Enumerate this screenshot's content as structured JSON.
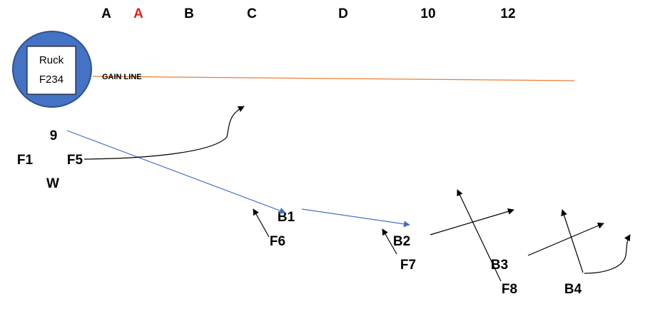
{
  "channels": [
    {
      "label": "A",
      "color": "#000000"
    },
    {
      "label": "A",
      "color": "#e02020"
    },
    {
      "label": "B",
      "color": "#000000"
    },
    {
      "label": "C",
      "color": "#000000"
    },
    {
      "label": "D",
      "color": "#000000"
    },
    {
      "label": "10",
      "color": "#000000"
    },
    {
      "label": "12",
      "color": "#000000"
    }
  ],
  "ruck": {
    "line1": "Ruck",
    "line2": "F234",
    "fill": "#4472c4"
  },
  "gain_line": {
    "label": "GAIN LINE",
    "color": "#ed7d31"
  },
  "players": {
    "p9": "9",
    "f1": "F1",
    "f5": "F5",
    "w": "W",
    "b1": "B1",
    "f6": "F6",
    "b2": "B2",
    "f7": "F7",
    "b3": "B3",
    "f8": "F8",
    "b4": "B4"
  },
  "colors": {
    "pass_arrow": "#4472c4",
    "run_arrow": "#000000"
  }
}
